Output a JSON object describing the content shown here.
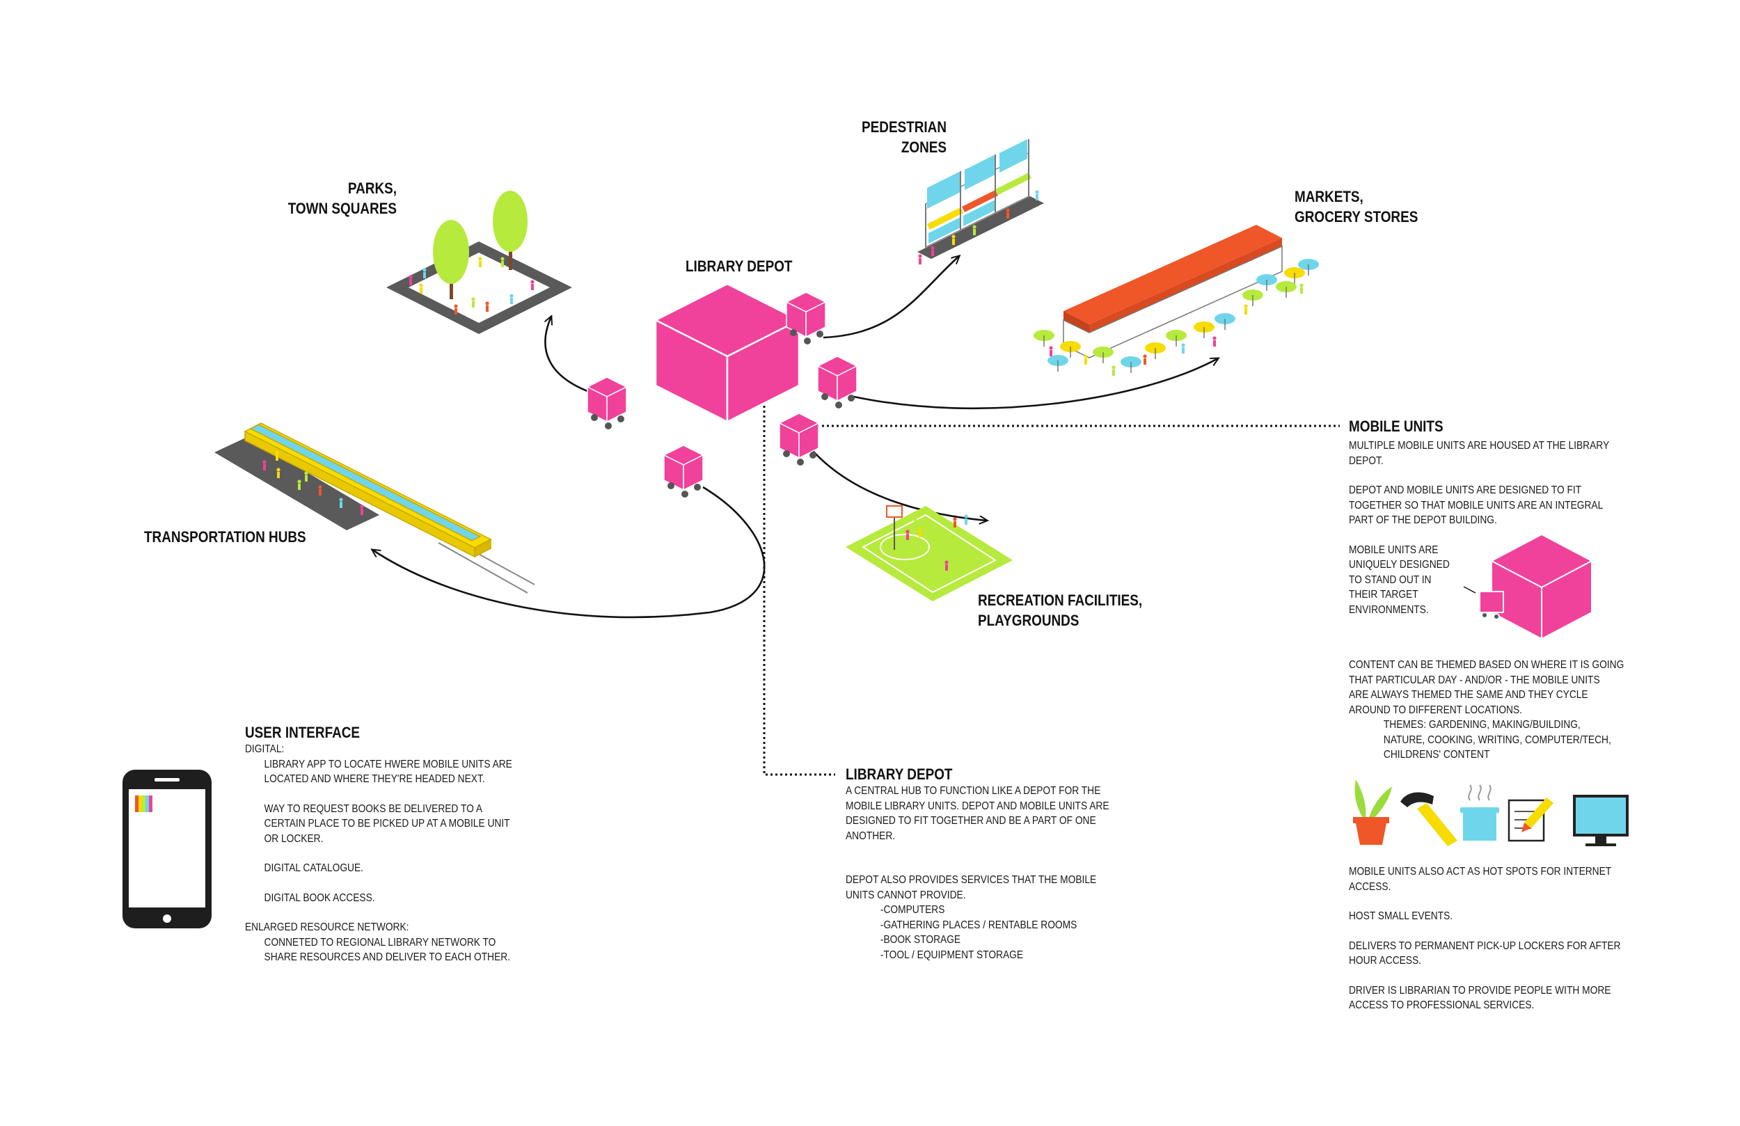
{
  "labels": {
    "pedestrian_zones": "PEDESTRIAN\nZONES",
    "parks": "PARKS,\nTOWN SQUARES",
    "markets": "MARKETS,\nGROCERY STORES",
    "library_depot": "LIBRARY DEPOT",
    "transportation": "TRANSPORTATION HUBS",
    "recreation": "RECREATION FACILITIES,\nPLAYGROUNDS"
  },
  "mobile_units": {
    "title": "MOBILE UNITS",
    "p1": "MULTIPLE MOBILE UNITS ARE HOUSED AT THE LIBRARY\nDEPOT.",
    "p2": "DEPOT AND MOBILE UNITS ARE DESIGNED TO FIT\nTOGETHER SO THAT MOBILE UNITS ARE AN INTEGRAL\nPART OF THE DEPOT BUILDING.",
    "p3": "MOBILE UNITS ARE\nUNIQUELY DESIGNED\nTO STAND OUT IN\nTHEIR TARGET\nENVIRONMENTS.",
    "p4": "CONTENT CAN BE THEMED BASED ON WHERE IT IS GOING\nTHAT PARTICULAR DAY - AND/OR - THE MOBILE UNITS\nARE ALWAYS THEMED THE SAME AND THEY CYCLE\nAROUND TO DIFFERENT LOCATIONS.",
    "themes": "THEMES: GARDENING, MAKING/BUILDING,\nNATURE, COOKING, WRITING, COMPUTER/TECH,\nCHILDRENS' CONTENT",
    "p5": "MOBILE UNITS ALSO ACT AS HOT SPOTS FOR INTERNET\nACCESS.",
    "p6": "HOST SMALL EVENTS.",
    "p7": "DELIVERS TO PERMANENT PICK-UP LOCKERS FOR AFTER\nHOUR ACCESS.",
    "p8": "DRIVER IS LIBRARIAN TO PROVIDE PEOPLE WITH MORE\nACCESS TO PROFESSIONAL SERVICES."
  },
  "user_interface": {
    "title": "USER INTERFACE",
    "digital": "DIGITAL:",
    "d1": "LIBRARY APP TO LOCATE HWERE MOBILE UNITS ARE\nLOCATED AND WHERE THEY'RE HEADED NEXT.",
    "d2": "WAY TO REQUEST BOOKS BE DELIVERED TO A\nCERTAIN PLACE TO BE PICKED UP AT A MOBILE UNIT\nOR LOCKER.",
    "d3": "DIGITAL CATALOGUE.",
    "d4": "DIGITAL BOOK ACCESS.",
    "network": "ENLARGED RESOURCE NETWORK:",
    "n1": "CONNETED TO REGIONAL LIBRARY NETWORK TO\nSHARE RESOURCES AND DELIVER TO EACH OTHER."
  },
  "library_depot_text": {
    "title": "LIBRARY DEPOT",
    "p1": "A CENTRAL HUB TO FUNCTION LIKE A DEPOT FOR THE\nMOBILE LIBRARY UNITS. DEPOT AND MOBILE UNITS ARE\nDESIGNED TO FIT TOGETHER AND BE A PART OF ONE\nANOTHER.",
    "p2": "DEPOT ALSO PROVIDES SERVICES THAT THE MOBILE\nUNITS CANNOT PROVIDE.",
    "services": "-COMPUTERS\n-GATHERING PLACES / RENTABLE ROOMS\n-BOOK STORAGE\n-TOOL / EQUIPMENT STORAGE"
  },
  "colors": {
    "magenta": "#f0429a",
    "yellow": "#f7dc00",
    "lime": "#b6ea3c",
    "orange": "#ef5728",
    "cyan": "#6fd5ea",
    "dark": "#555555"
  },
  "icons": [
    "plant-pot-icon",
    "hammer-icon",
    "cooking-pot-icon",
    "notepad-pencil-icon",
    "computer-monitor-icon"
  ]
}
